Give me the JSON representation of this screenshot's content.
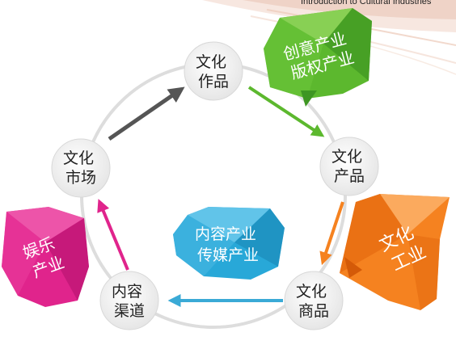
{
  "header": {
    "subtitle": "Introduction  to Cultural Industries"
  },
  "nodes": {
    "works": {
      "line1": "文化",
      "line2": "作品"
    },
    "product": {
      "line1": "文化",
      "line2": "产品"
    },
    "goods": {
      "line1": "文化",
      "line2": "商品"
    },
    "channel": {
      "line1": "内容",
      "line2": "渠道"
    },
    "market": {
      "line1": "文化",
      "line2": "市场"
    }
  },
  "labels": {
    "creative": {
      "line1": "创意产业",
      "line2": "版权产业",
      "color": "#5cb82e"
    },
    "industry": {
      "line1": "文化",
      "line2": "工业",
      "color": "#f58220"
    },
    "media": {
      "line1": "内容产业",
      "line2": "传媒产业",
      "color": "#28a8d8"
    },
    "entertainment": {
      "line1": "娱乐",
      "line2": "产业",
      "color": "#e0248c"
    }
  },
  "colors": {
    "arrow_dark": "#555555",
    "arrow_green": "#5cb82e",
    "arrow_orange": "#f58220",
    "arrow_blue": "#3aaad6",
    "arrow_magenta": "#e0248c",
    "node_fill": "#f1f1f1",
    "ring": "#dddddd"
  }
}
